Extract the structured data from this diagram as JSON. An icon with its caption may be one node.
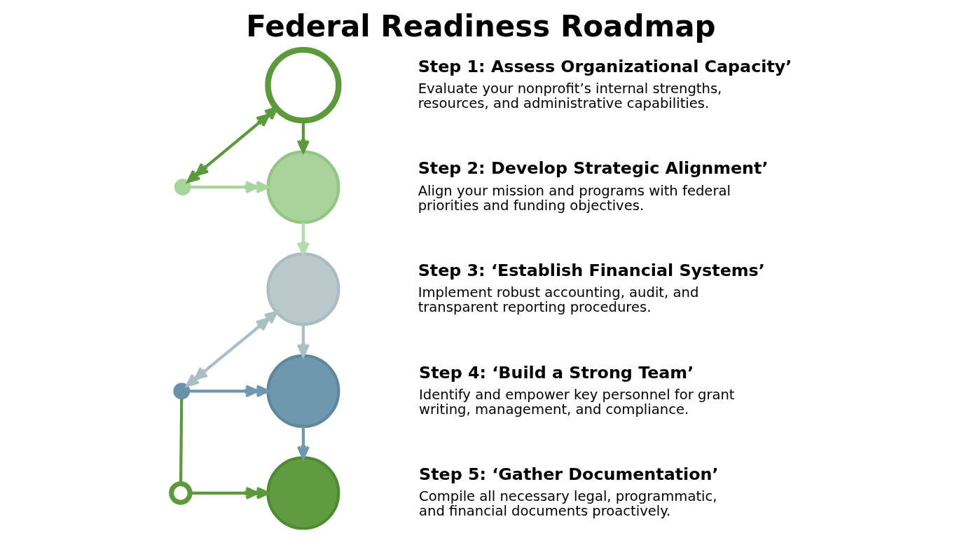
{
  "diagram": {
    "title": "Federal Readiness Roadmap",
    "nodes": [
      {
        "text": [],
        "shape": "circle",
        "beside": [
          "Step 1: Assess Organizational Capacity’",
          "Evaluate your nonprofit’s internal strengths, resources, and administrative capabilities."
        ]
      },
      {
        "text": [],
        "shape": "circle",
        "beside": [
          "Step 2: Develop Strategic Alignment’",
          "Align your mission and programs with federal priorities and funding objectives."
        ]
      },
      {
        "text": [],
        "shape": "circle",
        "beside": [
          "Step 3: ‘Establish Financial Systems’",
          "Implement robust accounting, audit, and transparent reporting procedures."
        ]
      },
      {
        "text": [],
        "shape": "circle",
        "beside": [
          "Step 4: ‘Build a Strong Team’",
          "Identify and empower key personnel for grant writing, management, and compliance."
        ]
      },
      {
        "text": [],
        "shape": "circle",
        "beside": [
          "Step 5: ‘Gather Documentation’",
          "Compile all necessary legal, programmatic, and financial documents proactively."
        ]
      },
      {
        "text": [],
        "shape": "circle"
      },
      {
        "text": [],
        "shape": "circle"
      },
      {
        "text": [],
        "shape": "circle"
      }
    ],
    "edges": [
      {
        "from": 0,
        "to": 1,
        "arrow": "to"
      },
      {
        "from": 1,
        "to": 2,
        "arrow": "to",
        "color": "#b5dca8"
      },
      {
        "from": 2,
        "to": 3,
        "arrow": "to",
        "color": "#a9bfc4"
      },
      {
        "from": 3,
        "to": 4,
        "arrow": "to",
        "color": "#6f97ad"
      },
      {
        "from": 5,
        "to": 0,
        "arrow": "both"
      },
      {
        "from": 5,
        "to": 1,
        "arrow": "to",
        "color": "#a8d59a"
      },
      {
        "from": 6,
        "to": 2,
        "arrow": "both",
        "color": "#a9bfc4"
      },
      {
        "from": 6,
        "to": 3,
        "arrow": "to",
        "color": "#6f97ad"
      },
      {
        "from": 6,
        "to": 7,
        "arrow": "none"
      },
      {
        "from": 7,
        "to": 4,
        "arrow": "to"
      }
    ]
  }
}
